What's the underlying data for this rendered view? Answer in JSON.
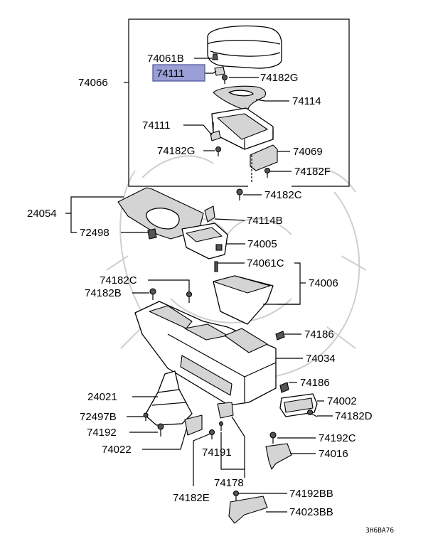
{
  "diagram_code": "3H6BA76",
  "highlight_color": "#9b9fd6",
  "labels": {
    "p74066": "74066",
    "p74061b": "74061B",
    "p74111_top": "74111",
    "p74182g_top": "74182G",
    "p74114": "74114",
    "p74111_mid": "74111",
    "p74182g_mid": "74182G",
    "p74069": "74069",
    "p74182f": "74182F",
    "p74182c_top": "74182C",
    "p24054": "24054",
    "p74114b": "74114B",
    "p72498": "72498",
    "p74005": "74005",
    "p74061c": "74061C",
    "p74006": "74006",
    "p74182c_left": "74182C",
    "p74182b": "74182B",
    "p74186_top": "74186",
    "p74034": "74034",
    "p74186_bot": "74186",
    "p24021": "24021",
    "p74002": "74002",
    "p72497b": "72497B",
    "p74182d": "74182D",
    "p74192": "74192",
    "p74192c": "74192C",
    "p74022": "74022",
    "p74016": "74016",
    "p74191": "74191",
    "p74178": "74178",
    "p74182e": "74182E",
    "p74192bb": "74192BB",
    "p74023bb": "74023BB"
  }
}
